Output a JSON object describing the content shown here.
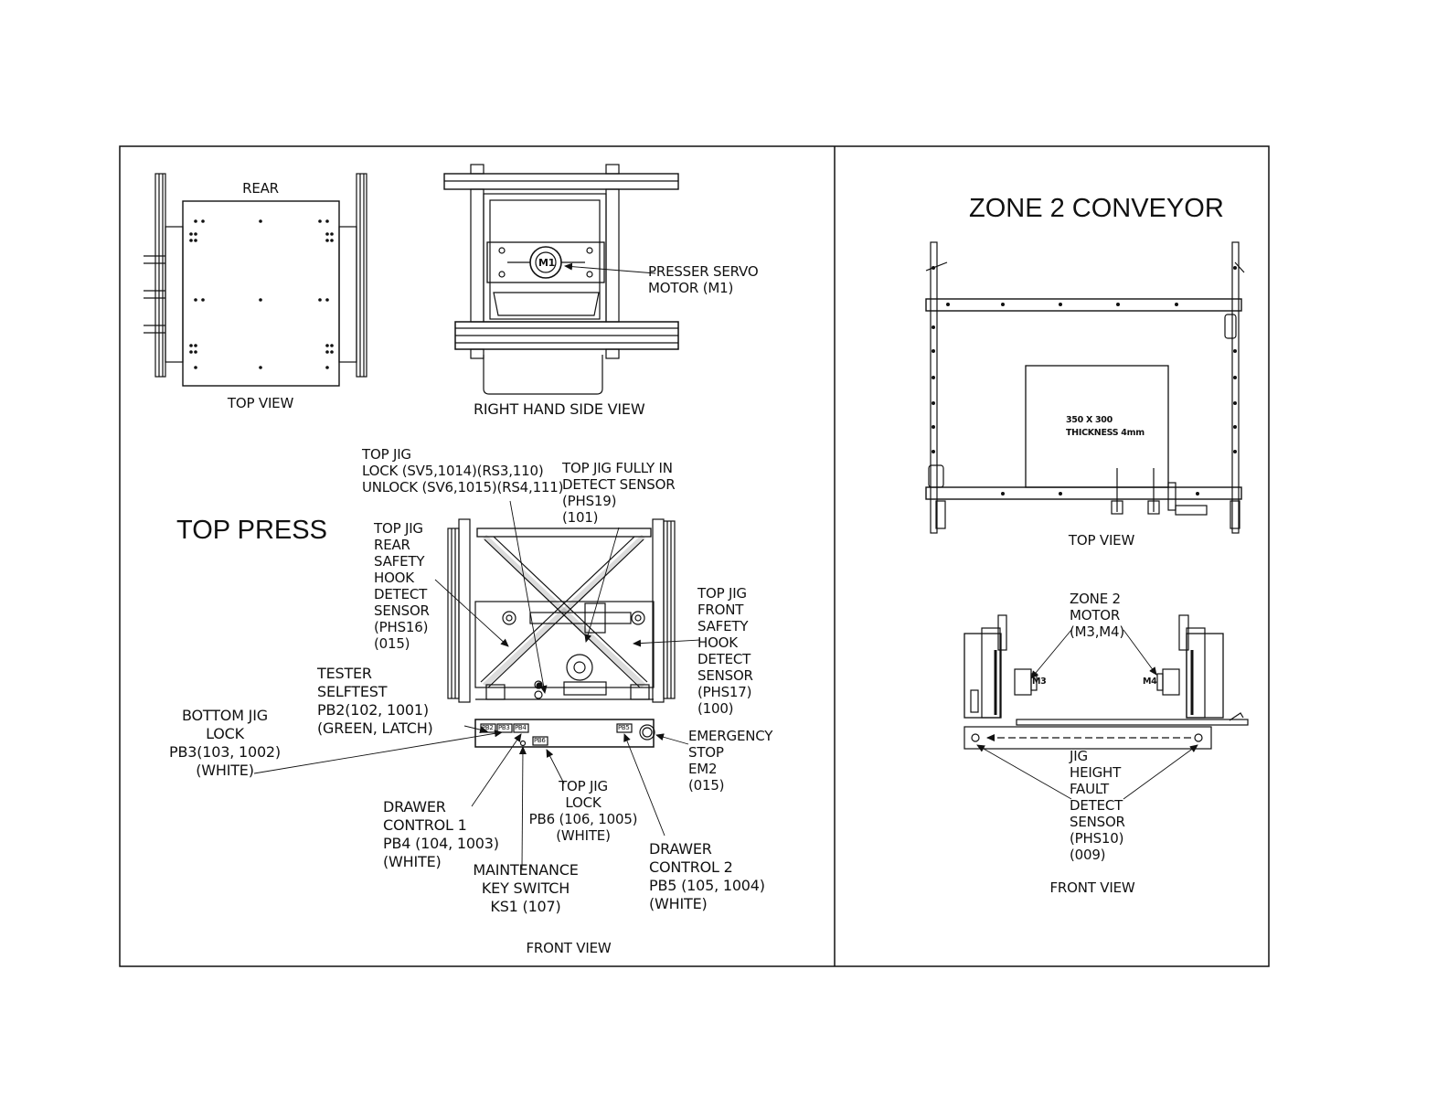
{
  "zone2": {
    "title": "ZONE 2 CONVEYOR",
    "top_view_label": "TOP VIEW",
    "front_view_label": "FRONT VIEW",
    "plate_label_1": "350 X 300",
    "plate_label_2": "THICKNESS 4mm",
    "motor_label": "ZONE 2\nMOTOR\n(M3,M4)",
    "motor_m3": "M3",
    "motor_m4": "M4",
    "jig_sensor_label": "JIG\nHEIGHT\nFAULT\nDETECT\nSENSOR\n(PHS10)\n(009)"
  },
  "top_press": {
    "title": "TOP PRESS",
    "rear_label": "REAR",
    "top_view_label": "TOP VIEW",
    "rhs_view_label": "RIGHT HAND SIDE VIEW",
    "front_view_label": "FRONT VIEW",
    "motor_tag": "M1",
    "presser_servo_label": "PRESSER SERVO\nMOTOR (M1)",
    "top_jig_lock_label": "TOP JIG\nLOCK (SV5,1014)(RS3,110)\nUNLOCK (SV6,1015)(RS4,111)",
    "top_jig_fully_in_label": "TOP JIG FULLY IN\nDETECT SENSOR\n(PHS19)\n(101)",
    "rear_hook_sensor_label": "TOP JIG\nREAR\nSAFETY\nHOOK\nDETECT\nSENSOR\n(PHS16)\n(015)",
    "front_hook_sensor_label": "TOP JIG\nFRONT\nSAFETY\nHOOK\nDETECT\nSENSOR\n(PHS17)\n(100)",
    "tester_selftest_label": "TESTER\nSELFTEST\nPB2(102, 1001)\n(GREEN, LATCH)",
    "bottom_jig_lock_label": "BOTTOM JIG\nLOCK\nPB3(103, 1002)\n(WHITE)",
    "emergency_stop_label": "EMERGENCY\nSTOP\nEM2\n(015)",
    "top_jig_lock_pb_label": "TOP JIG\nLOCK\nPB6 (106, 1005)\n(WHITE)",
    "drawer_control_1_label": "DRAWER\nCONTROL 1\nPB4 (104, 1003)\n(WHITE)",
    "maintenance_key_label": "MAINTENANCE\nKEY SWITCH\nKS1 (107)",
    "drawer_control_2_label": "DRAWER\nCONTROL 2\nPB5 (105, 1004)\n(WHITE)",
    "button_tags": {
      "pb2": "PB2",
      "pb3": "PB3",
      "pb4": "PB4",
      "pb5": "PB5",
      "pb6": "PB6"
    }
  }
}
